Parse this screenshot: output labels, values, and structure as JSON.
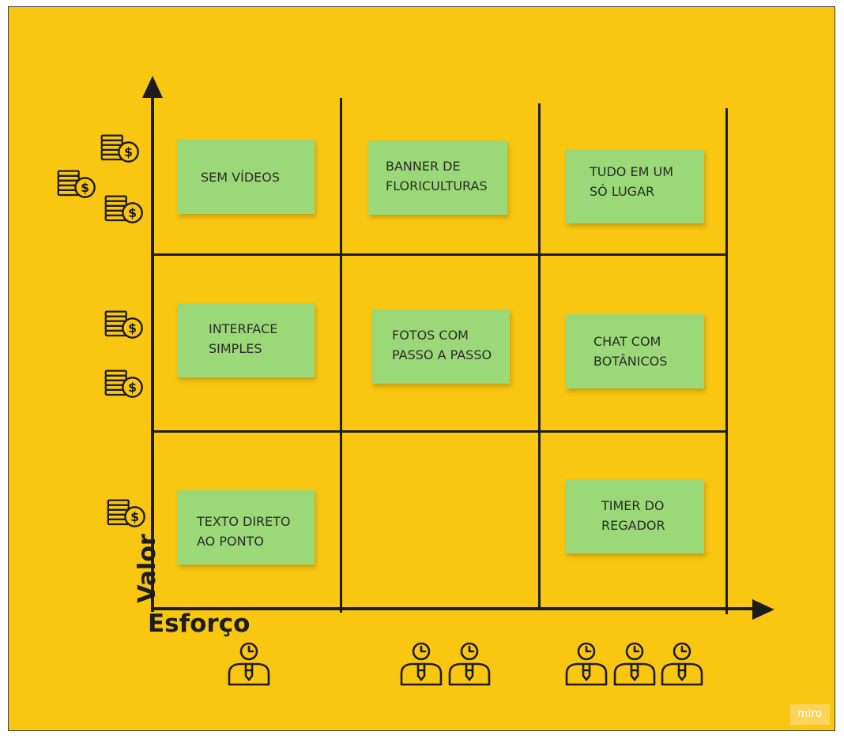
{
  "board": {
    "background": "#f9c611",
    "line_color": "#1c1c1c",
    "note_color": "#9bd978"
  },
  "axes": {
    "y_label": "Valor",
    "x_label": "Esforço"
  },
  "notes": [
    {
      "id": "sem-videos",
      "text": "SEM VÍDEOS",
      "row": "top",
      "col": "left"
    },
    {
      "id": "banner-floriculturas",
      "text": "BANNER DE FLORICULTURAS",
      "row": "top",
      "col": "middle"
    },
    {
      "id": "tudo-em-um",
      "text": "TUDO EM UM SÓ LUGAR",
      "row": "top",
      "col": "right"
    },
    {
      "id": "interface-simples",
      "text": "INTERFACE SIMPLES",
      "row": "middle",
      "col": "left"
    },
    {
      "id": "fotos-passo",
      "text": "FOTOS COM PASSO A PASSO",
      "row": "middle",
      "col": "middle"
    },
    {
      "id": "chat-botanicos",
      "text": "CHAT COM BOTÂNICOS",
      "row": "middle",
      "col": "right"
    },
    {
      "id": "texto-direto",
      "text": "TEXTO DIRETO AO PONTO",
      "row": "bottom",
      "col": "left"
    },
    {
      "id": "timer-regador",
      "text": "TIMER DO REGADOR",
      "row": "bottom",
      "col": "right"
    }
  ],
  "value_scale": [
    {
      "level": "high",
      "coin_stacks": 3,
      "icon": "coin-stack-dollar-icon"
    },
    {
      "level": "medium",
      "coin_stacks": 2,
      "icon": "coin-stack-dollar-icon"
    },
    {
      "level": "low",
      "coin_stacks": 1,
      "icon": "coin-stack-dollar-icon"
    }
  ],
  "effort_scale": [
    {
      "level": "low",
      "workers": 1,
      "icon": "worker-clock-icon"
    },
    {
      "level": "medium",
      "workers": 2,
      "icon": "worker-clock-icon"
    },
    {
      "level": "high",
      "workers": 3,
      "icon": "worker-clock-icon"
    }
  ],
  "watermark": "miro"
}
